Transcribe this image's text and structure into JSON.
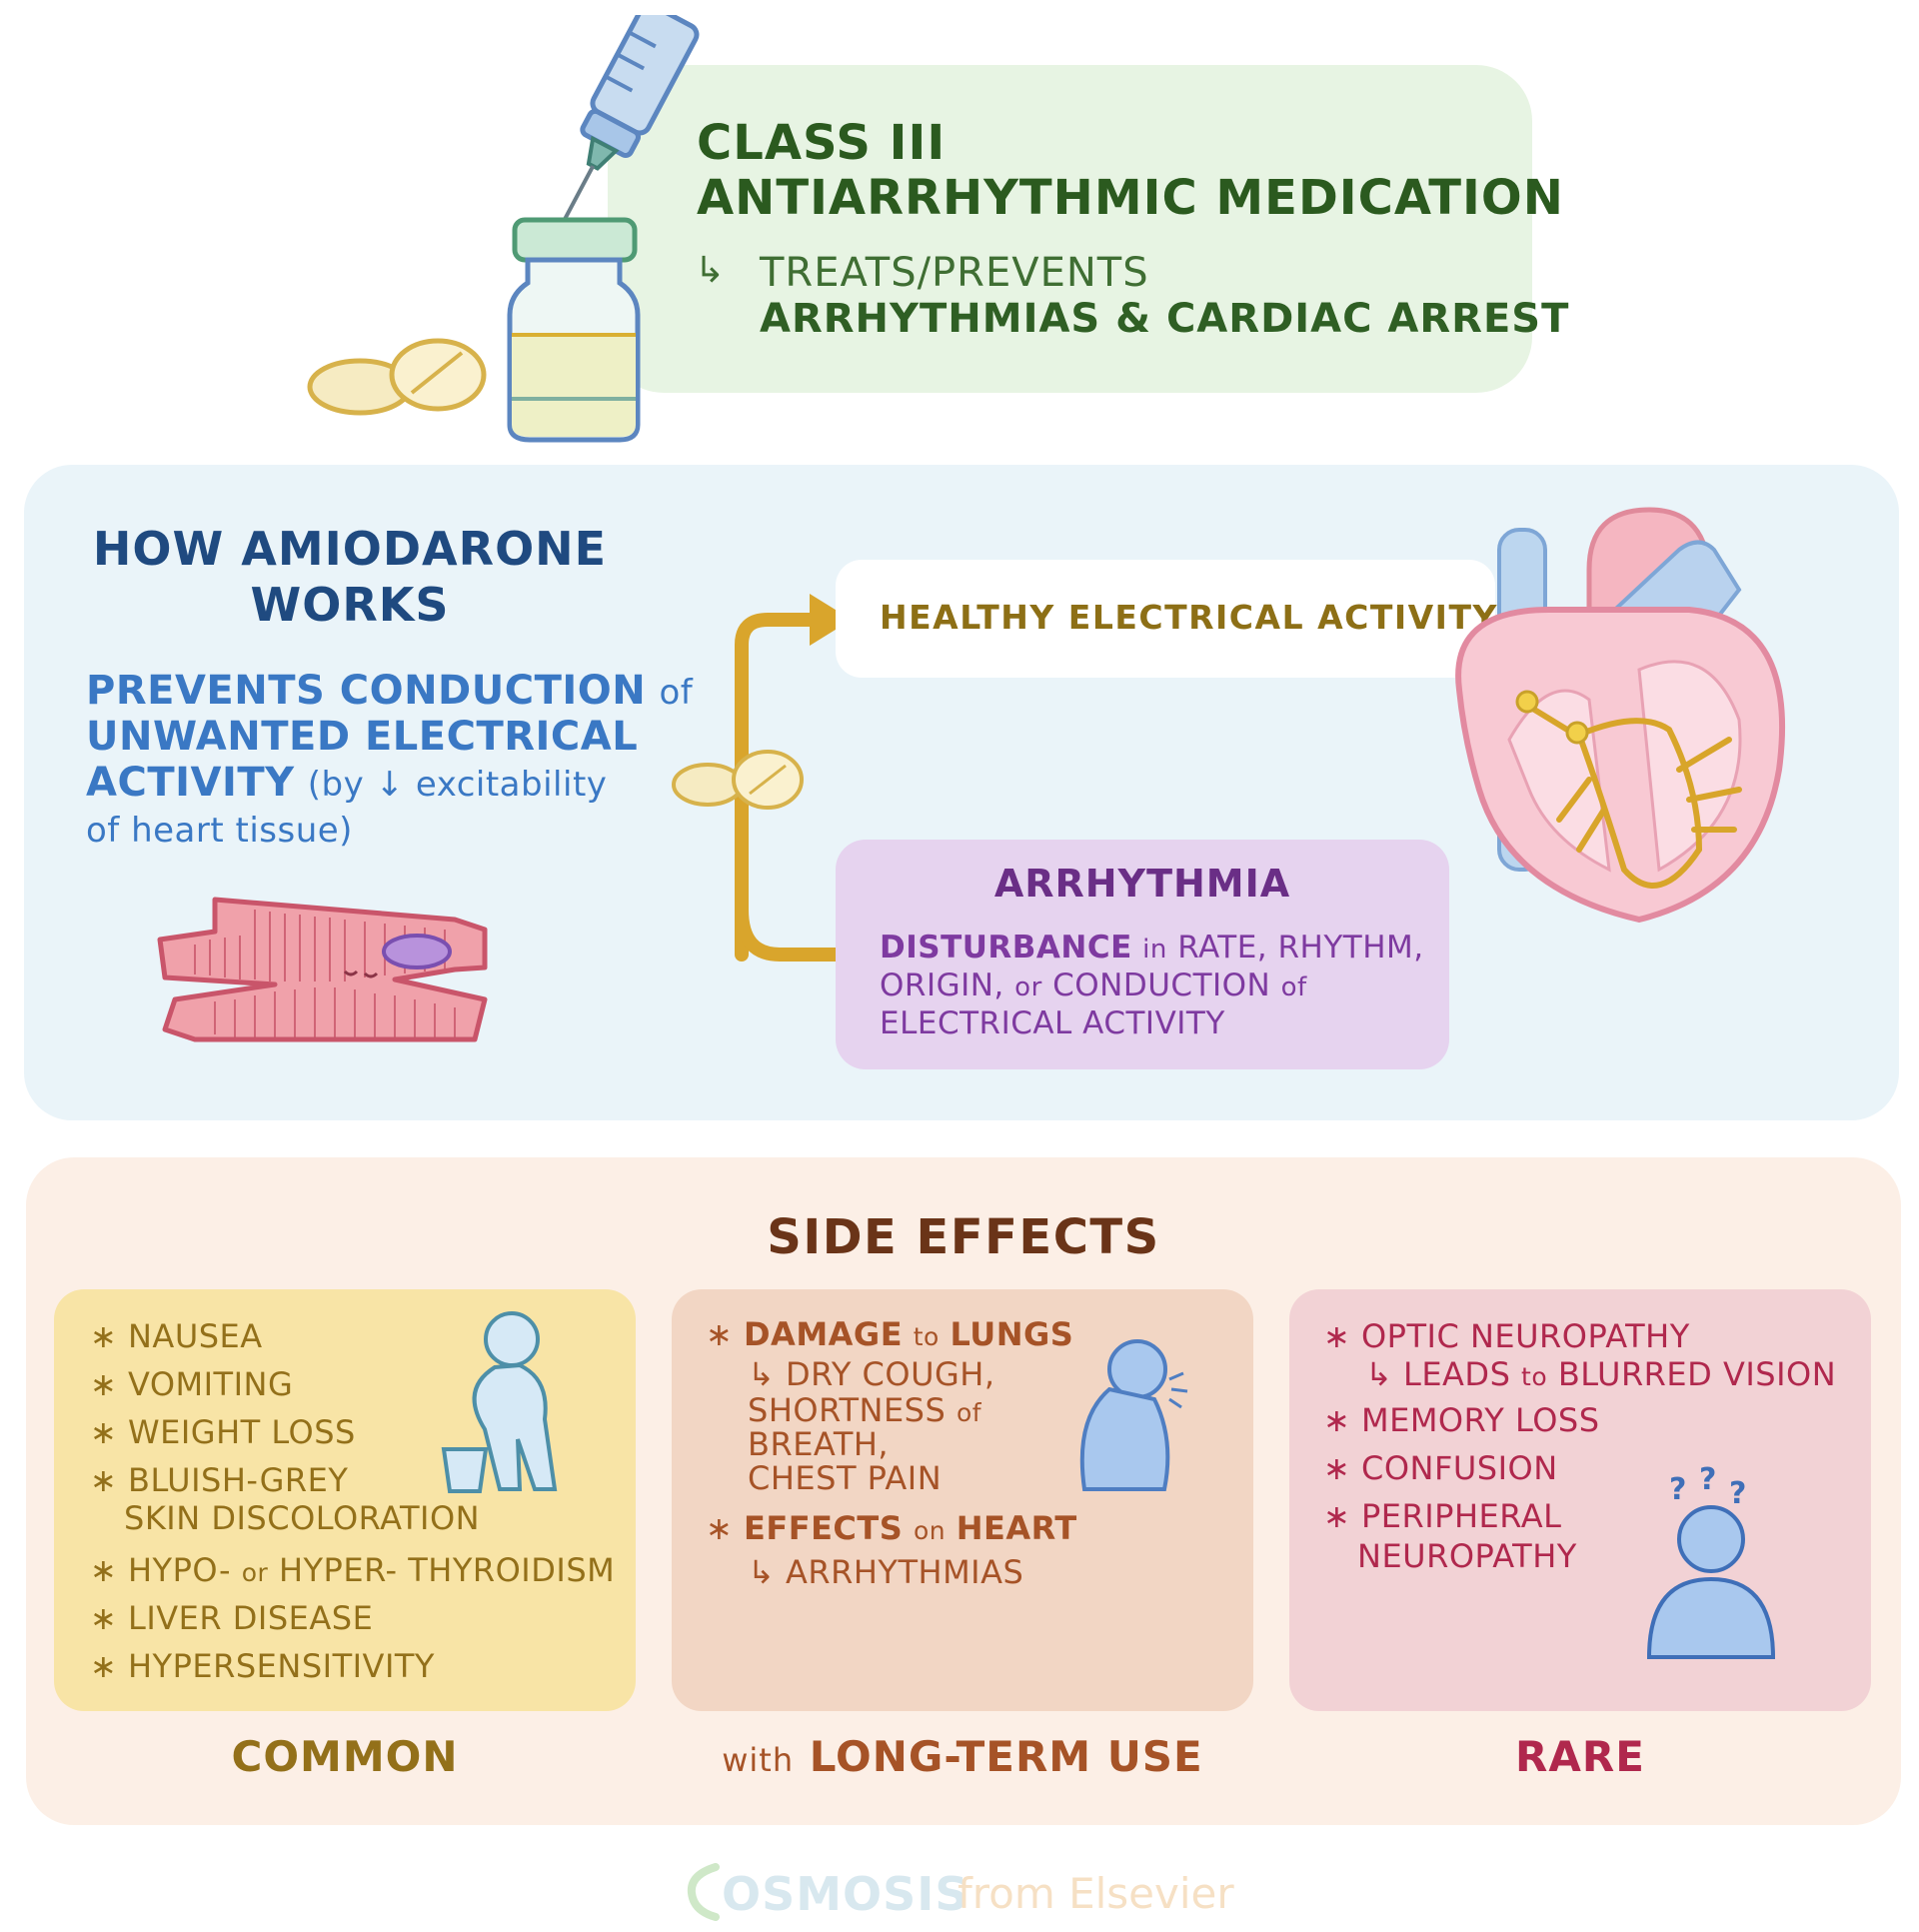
{
  "header": {
    "title_line1": "CLASS III",
    "title_line2": "ANTIARRHYTHMIC MEDICATION",
    "arrow": "↳",
    "sub_line1": "TREATS/PREVENTS",
    "sub_line2": "ARRHYTHMIAS & CARDIAC ARREST"
  },
  "mechanism": {
    "title_line1": "HOW AMIODARONE",
    "title_line2": "WORKS",
    "line1_strong": "PREVENTS CONDUCTION",
    "line1_thin": "of",
    "line2": "UNWANTED ELECTRICAL",
    "line3_strong": "ACTIVITY",
    "line3_thin": "(by ↓ excitability",
    "line4_thin": "of heart tissue)",
    "healthy": "HEALTHY ELECTRICAL ACTIVITY",
    "arrhythmia_title": "ARRHYTHMIA",
    "arr_line1_strong": "DISTURBANCE",
    "arr_line1_thin": "in",
    "arr_line1_rest": "RATE, RHYTHM,",
    "arr_line2_a": "ORIGIN,",
    "arr_line2_thin": "or",
    "arr_line2_b": "CONDUCTION",
    "arr_line2_thin2": "of",
    "arr_line3": "ELECTRICAL ACTIVITY"
  },
  "side_effects": {
    "title": "SIDE EFFECTS",
    "star": "∗",
    "common": {
      "label": "COMMON",
      "items": [
        "NAUSEA",
        "VOMITING",
        "WEIGHT LOSS",
        "BLUISH-GREY",
        "SKIN DISCOLORATION",
        "HYPO-",
        "or",
        "HYPER- THYROIDISM",
        "LIVER DISEASE",
        "HYPERSENSITIVITY"
      ]
    },
    "long_term": {
      "label_thin": "with",
      "label_strong": "LONG-TERM USE",
      "damage": "DAMAGE",
      "to": "to",
      "lungs": "LUNGS",
      "arrow": "↳",
      "dry_cough": "DRY COUGH,",
      "shortness": "SHORTNESS",
      "of": "of",
      "breath": "BREATH,",
      "chest_pain": "CHEST PAIN",
      "effects": "EFFECTS",
      "on": "on",
      "heart": "HEART",
      "arrhythmias": "ARRHYTHMIAS"
    },
    "rare": {
      "label": "RARE",
      "optic": "OPTIC NEUROPATHY",
      "arrow": "↳",
      "leads": "LEADS",
      "to": "to",
      "blurred": "BLURRED VISION",
      "memory": "MEMORY LOSS",
      "confusion": "CONFUSION",
      "peripheral": "PERIPHERAL",
      "neuropathy": "NEUROPATHY"
    }
  },
  "footer": {
    "brand": "OSMOSIS",
    "from": "from Elsevier"
  },
  "colors": {
    "header_bg": "#e7f4e3",
    "mech_bg": "#eaf4f9",
    "se_bg": "#fcefe6",
    "common_bg": "#f8e4a6",
    "long_bg": "#f2d6c4",
    "rare_bg": "#f2d2d5",
    "arrhythmia_bg": "#e6d3ef",
    "flow_arrow": "#d9a52c"
  }
}
